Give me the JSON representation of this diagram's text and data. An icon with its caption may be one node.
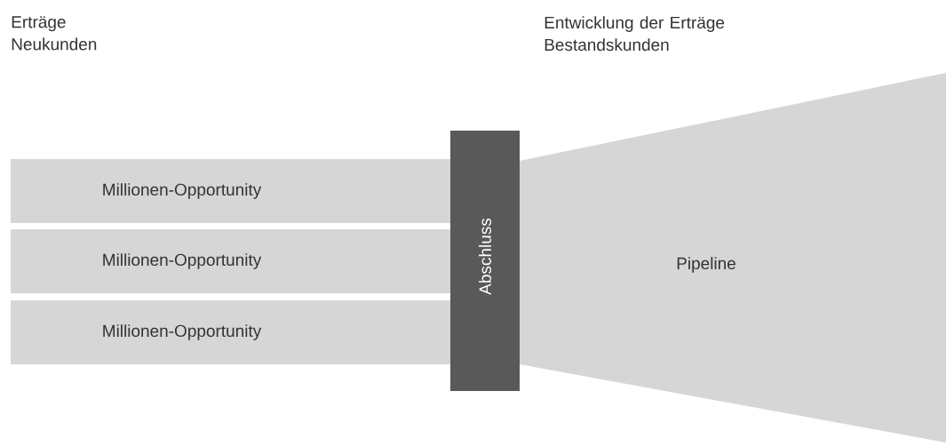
{
  "diagram": {
    "nodes": [
      {
        "text": [
          "Millionen-Opportunity"
        ]
      },
      {
        "text": [
          "Millionen-Opportunity"
        ]
      },
      {
        "text": [
          "Millionen-Opportunity"
        ]
      },
      {
        "text": [
          "Abschluss"
        ]
      },
      {
        "text": [
          "Pipeline"
        ]
      }
    ],
    "labels": [
      "Erträge Neukunden",
      "Entwicklung der Erträge Bestandskunden"
    ]
  }
}
